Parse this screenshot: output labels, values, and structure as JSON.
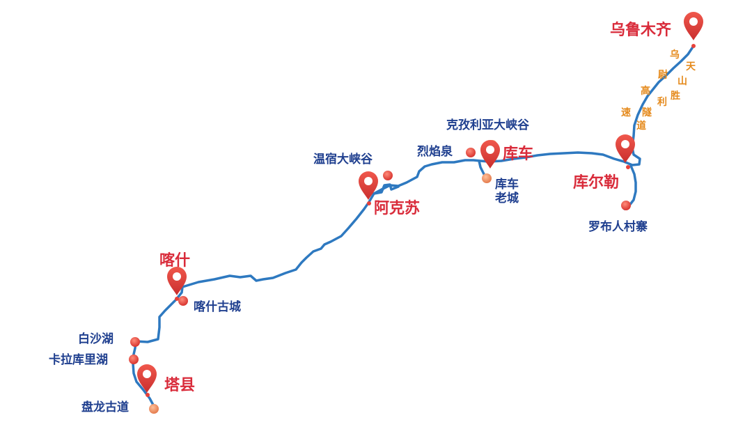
{
  "colors": {
    "route": "#2e79c0",
    "city_marker": "#e8413a",
    "poi_dot": "#e0423d",
    "poi_dot_orange": "#ec8a5a",
    "city_text": "#d92b3a",
    "poi_text": "#1f3f8f",
    "tunnel_text": "#e58a1c"
  },
  "cities": {
    "urumqi": "乌鲁木齐",
    "korla": "库尔勒",
    "kuqa": "库车",
    "aksu": "阿克苏",
    "kashgar": "喀什",
    "taxian": "塔县"
  },
  "pois": {
    "kizilia_canyon": "克孜利亚大峡谷",
    "lieyan_quan": "烈焰泉",
    "kuqa_old_town_line1": "库车",
    "kuqa_old_town_line2": "老城",
    "wensu_canyon": "温宿大峡谷",
    "luobu_village": "罗布人村寨",
    "kashgar_old_city": "喀什古城",
    "baisha_lake": "白沙湖",
    "karakul_lake": "卡拉库里湖",
    "panlong_road": "盘龙古道"
  },
  "tunnel": {
    "name": "乌尉天山胜利高速隧道",
    "chars": [
      "乌",
      "天",
      "尉",
      "山",
      "高",
      "胜",
      "利",
      "速",
      "隧",
      "道"
    ]
  },
  "icons": {
    "city_marker": "map-pin-icon",
    "poi_marker": "dot-marker-icon"
  }
}
